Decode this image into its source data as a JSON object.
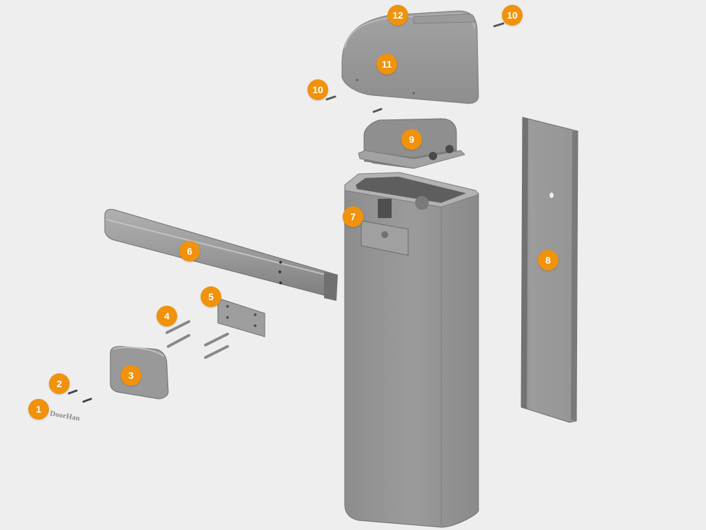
{
  "colors": {
    "background": "#eeeeee",
    "callout": "#f0920c",
    "callout_text": "#ffffff",
    "metal_light": "#a8a8a8",
    "metal_mid": "#8f8f8f",
    "metal_dark": "#6f6f6f"
  },
  "logo": {
    "text": "DoorHan"
  },
  "callouts": [
    {
      "id": "c1",
      "label": "1",
      "part": "logo-sticker"
    },
    {
      "id": "c2",
      "label": "2",
      "part": "screws"
    },
    {
      "id": "c3",
      "label": "3",
      "part": "boom-end-cap"
    },
    {
      "id": "c4",
      "label": "4",
      "part": "long-bolts"
    },
    {
      "id": "c5",
      "label": "5",
      "part": "mounting-plate"
    },
    {
      "id": "c6",
      "label": "6",
      "part": "boom-arm"
    },
    {
      "id": "c7",
      "label": "7",
      "part": "cabinet-body"
    },
    {
      "id": "c8",
      "label": "8",
      "part": "side-door-panel"
    },
    {
      "id": "c9",
      "label": "9",
      "part": "control-box"
    },
    {
      "id": "c10a",
      "label": "10",
      "part": "cover-screw-left"
    },
    {
      "id": "c10b",
      "label": "10",
      "part": "cover-screw-right"
    },
    {
      "id": "c11",
      "label": "11",
      "part": "top-cover"
    },
    {
      "id": "c12",
      "label": "12",
      "part": "cover-lid"
    }
  ]
}
